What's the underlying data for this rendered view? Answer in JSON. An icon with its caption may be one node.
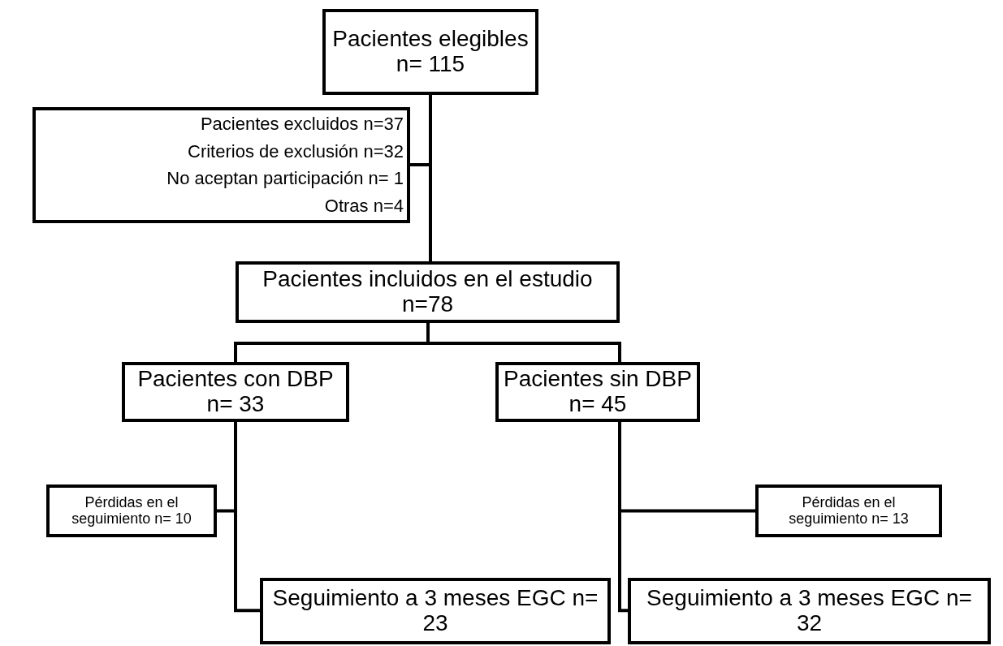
{
  "diagram": {
    "nodes": [
      {
        "text": [
          "Pacientes elegibles",
          "n= 115"
        ]
      },
      {
        "text": [
          "Pacientes excluidos n=37",
          "Criterios de exclusión n=32",
          "No aceptan participación n= 1",
          "Otras n=4"
        ]
      },
      {
        "text": [
          "Pacientes incluidos en el estudio",
          "n=78"
        ]
      },
      {
        "text": [
          "Pacientes con DBP",
          "n= 33"
        ]
      },
      {
        "text": [
          "Pacientes sin DBP",
          "n= 45"
        ]
      },
      {
        "text": [
          "Pérdidas en el seguimiento n= 10"
        ]
      },
      {
        "text": [
          "Pérdidas en el seguimiento n= 13"
        ]
      },
      {
        "text": [
          "Seguimiento a 3 meses EGC n= 23"
        ]
      },
      {
        "text": [
          "Seguimiento a 3 meses EGC n= 32"
        ]
      }
    ],
    "edges": [
      {
        "from": 0,
        "to": 2,
        "arrow": "none"
      },
      {
        "from": 0,
        "to": 1,
        "arrow": "none"
      },
      {
        "from": 2,
        "to": 3,
        "arrow": "none"
      },
      {
        "from": 2,
        "to": 4,
        "arrow": "none"
      },
      {
        "from": 3,
        "to": 5,
        "arrow": "none"
      },
      {
        "from": 3,
        "to": 7,
        "arrow": "none"
      },
      {
        "from": 4,
        "to": 6,
        "arrow": "none"
      },
      {
        "from": 4,
        "to": 8,
        "arrow": "none"
      }
    ]
  }
}
